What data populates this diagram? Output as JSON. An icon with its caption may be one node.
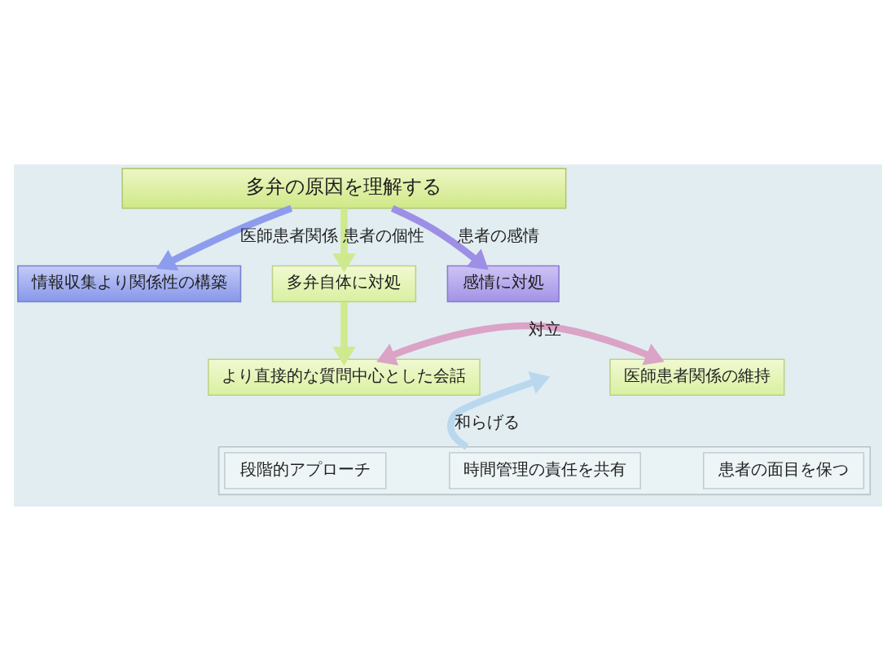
{
  "diagram": {
    "nodes": [
      {
        "text": [
          "多弁の原因を理解する"
        ]
      },
      {
        "text": [
          "情報収集より関係性の構築"
        ]
      },
      {
        "text": [
          "多弁自体に対処"
        ]
      },
      {
        "text": [
          "感情に対処"
        ]
      },
      {
        "text": [
          "より直接的な質問中心とした会話"
        ]
      },
      {
        "text": [
          "医師患者関係の維持"
        ]
      },
      {
        "text": [],
        "shape": "box"
      },
      {
        "text": [
          "段階的アプローチ"
        ],
        "in": 6
      },
      {
        "text": [
          "時間管理の責任を共有"
        ],
        "in": 6
      },
      {
        "text": [
          "患者の面目を保つ"
        ],
        "in": 6
      }
    ],
    "edges": [
      {
        "from": 0,
        "to": 1,
        "arrow": "to",
        "label": "医師患者関係",
        "color": "#8e9cee"
      },
      {
        "from": 0,
        "to": 2,
        "arrow": "to",
        "label": "患者の個性",
        "color": "#cfe98e"
      },
      {
        "from": 0,
        "to": 3,
        "arrow": "to",
        "label": "患者の感情",
        "color": "#9d8fe6"
      },
      {
        "from": 2,
        "to": 4,
        "arrow": "to",
        "color": "#cfe98e"
      },
      {
        "from": 4,
        "to": 5,
        "arrow": "both",
        "label": "対立",
        "color": "#dba3c6"
      },
      {
        "from": 6,
        "to": null,
        "arrow": "to",
        "label": "和らげる",
        "color": "#b9d8ee"
      }
    ]
  }
}
